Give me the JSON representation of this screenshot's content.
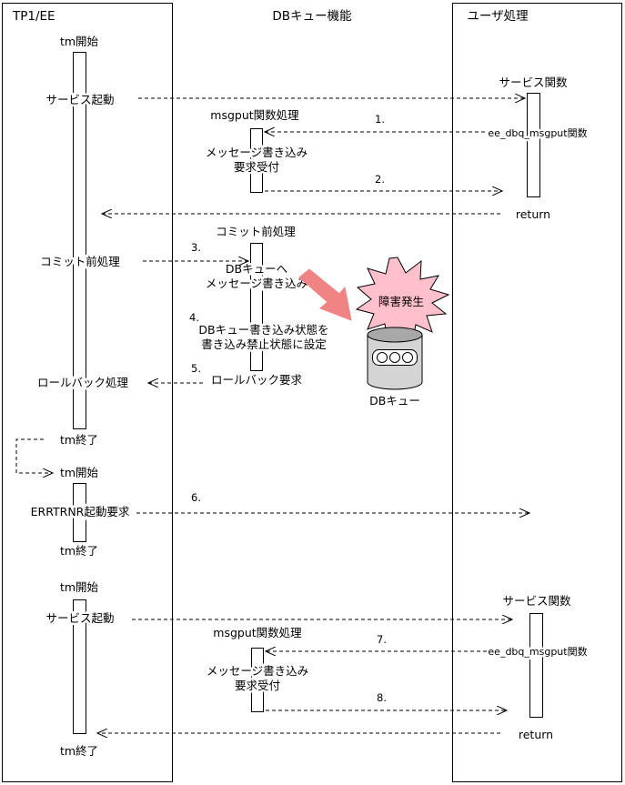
{
  "columns": {
    "tp1": "TP1/EE",
    "dbq": "DBキュー機能",
    "user": "ユーザ処理"
  },
  "tp1_labels": {
    "tm_start_1": "tm開始",
    "service_start_1": "サービス起動",
    "commit_pre": "コミット前処理",
    "rollback": "ロールバック処理",
    "tm_end_1": "tm終了",
    "tm_start_2": "tm開始",
    "errtrnr": "ERRTRNR起動要求",
    "tm_end_2": "tm終了",
    "tm_start_3": "tm開始",
    "service_start_2": "サービス起動",
    "tm_end_3": "tm終了"
  },
  "dbq_labels": {
    "msgput_1": "msgput関数処理",
    "accept_1a": "メッセージ書き込み",
    "accept_1b": "要求受付",
    "commit_pre": "コミット前処理",
    "write_a": "DBキューへ",
    "write_b": "メッセージ書き込み",
    "inhibit_a": "DBキュー書き込み状態を",
    "inhibit_b": "書き込み禁止状態に設定",
    "rollback_req": "ロールバック要求",
    "msgput_2": "msgput関数処理",
    "accept_2a": "メッセージ書き込み",
    "accept_2b": "要求受付"
  },
  "user_labels": {
    "service_func_1": "サービス関数",
    "api_1": "ee_dbq_msgput関数",
    "return_1": "return",
    "service_func_2": "サービス関数",
    "api_2": "ee_dbq_msgput関数",
    "return_2": "return"
  },
  "fault": {
    "label": "障害発生",
    "queue_label": "DBキュー"
  },
  "steps": [
    "1.",
    "2.",
    "3.",
    "4.",
    "5.",
    "6.",
    "7.",
    "8."
  ],
  "colors": {
    "line": "#000000",
    "fault_fill": "#ffc0cc",
    "arrow_fill": "#f08484",
    "db_body": "#d4d4d4",
    "db_top": "#a8a8a8"
  }
}
